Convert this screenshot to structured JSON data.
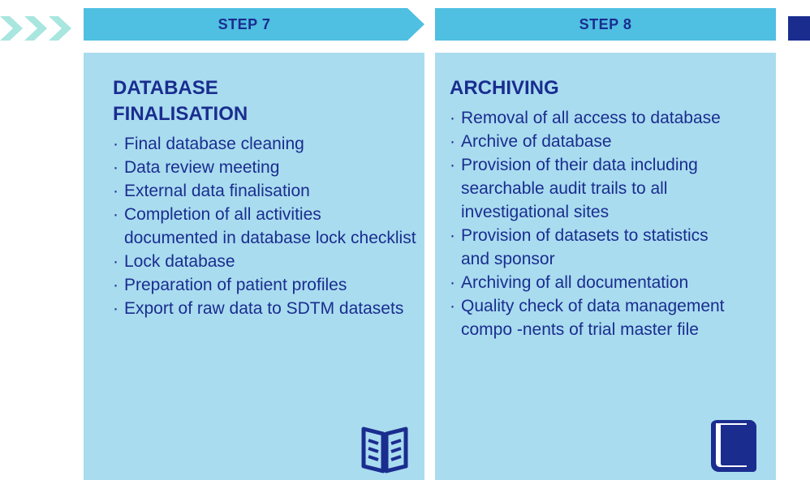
{
  "decor": {
    "chevrons_color": "#a8e6df",
    "banner_color": "#4fbfe2",
    "panel_color": "#a9dcef",
    "text_color": "#1a2d8f",
    "edge_block_color": "#1a2d8f"
  },
  "steps": [
    {
      "banner": "STEP 7",
      "title": "DATABASE FINALISATION",
      "items": [
        "Final database cleaning",
        "Data review meeting",
        "External data finalisation",
        "Completion of all activities documented in database lock checklist",
        "Lock database",
        "Preparation of patient profiles",
        "Export of raw data to SDTM datasets"
      ],
      "icon": "open-book-icon"
    },
    {
      "banner": "STEP 8",
      "title": "ARCHIVING",
      "items": [
        "Removal of all access to database",
        "Archive of database",
        "Provision of their data including searchable audit trails to all investigational sites",
        "Provision of datasets to statistics and sponsor",
        "Archiving of all documentation",
        "Quality check of data management compo -nents of trial master file"
      ],
      "icon": "closed-book-icon"
    }
  ],
  "bullet_char": "·"
}
